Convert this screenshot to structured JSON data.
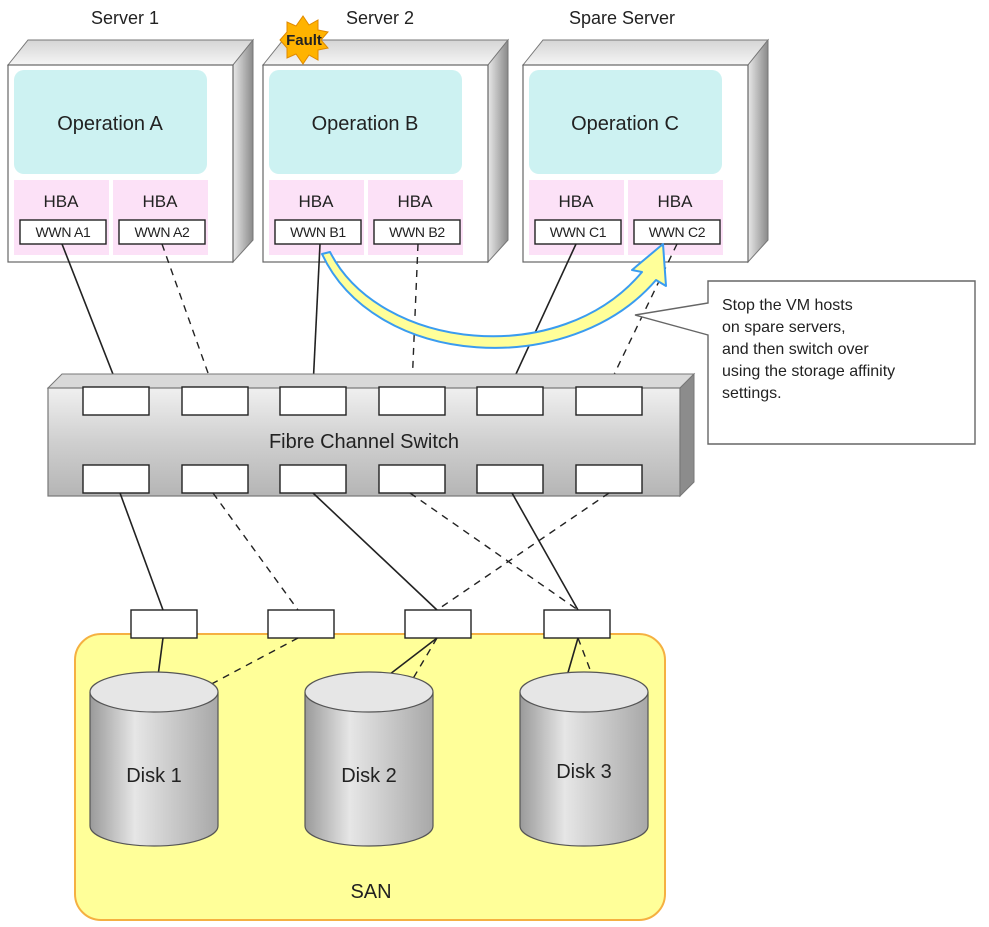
{
  "servers": [
    {
      "title": "Server 1",
      "operation": "Operation A",
      "hba_left": "HBA",
      "hba_right": "HBA",
      "wwn_left": "WWN A1",
      "wwn_right": "WWN A2"
    },
    {
      "title": "Server 2",
      "operation": "Operation B",
      "hba_left": "HBA",
      "hba_right": "HBA",
      "wwn_left": "WWN B1",
      "wwn_right": "WWN B2",
      "badge": "Fault"
    },
    {
      "title": "Spare Server",
      "operation": "Operation C",
      "hba_left": "HBA",
      "hba_right": "HBA",
      "wwn_left": "WWN C1",
      "wwn_right": "WWN C2"
    }
  ],
  "switch": {
    "label": "Fibre Channel Switch"
  },
  "callout": {
    "lines": [
      "Stop the VM hosts",
      "on spare servers,",
      "and then switch over",
      "using the storage affinity",
      "settings."
    ]
  },
  "san": {
    "label": "SAN"
  },
  "disks": [
    "Disk 1",
    "Disk 2",
    "Disk 3"
  ],
  "colors": {
    "operation_fill": "#cdf2f2",
    "hba_fill": "#fce1f7",
    "switch_fill": "#c8c8c8",
    "san_fill": "#ffff99",
    "san_border": "#f5b041",
    "fault_fill": "#ffb300",
    "arrow_fill": "#ffff99",
    "arrow_stroke": "#3a9cf0"
  }
}
